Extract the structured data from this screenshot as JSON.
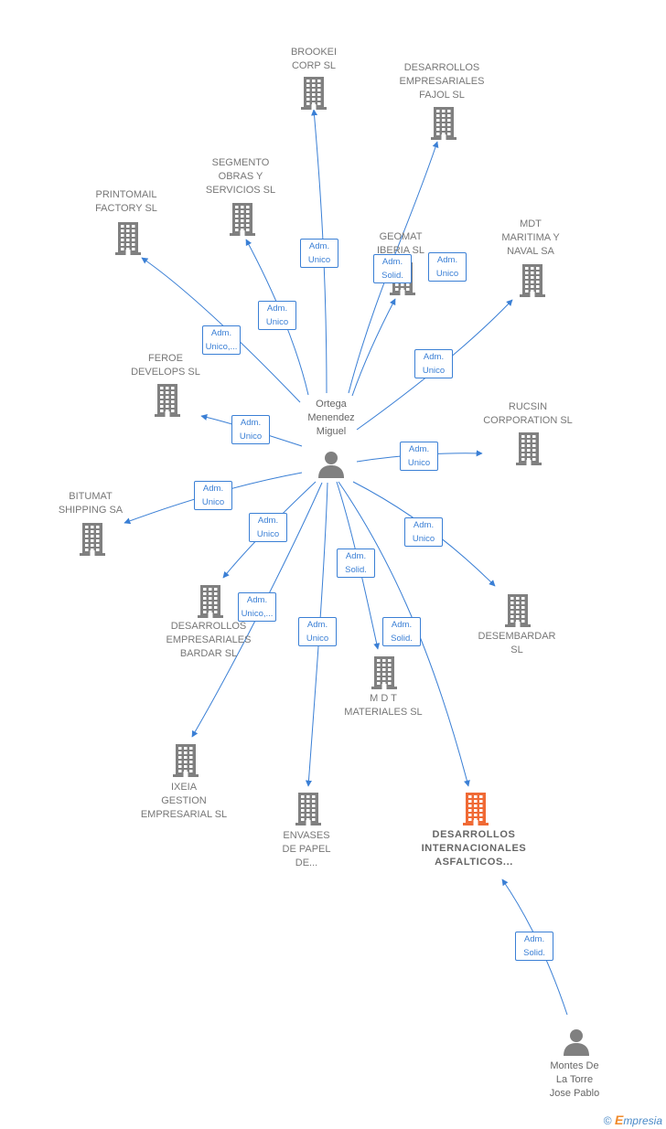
{
  "colors": {
    "edge": "#3a7fd5",
    "node_default": "#808080",
    "node_highlight": "#f06a35",
    "person": "#808080"
  },
  "people": [
    {
      "id": "ortega",
      "label_lines": [
        "Ortega",
        "Menendez",
        "Miguel"
      ],
      "icon": "person-icon"
    },
    {
      "id": "montes",
      "label_lines": [
        "Montes De",
        "La Torre",
        "Jose Pablo"
      ],
      "icon": "person-icon"
    }
  ],
  "companies": [
    {
      "id": "brookei",
      "label_lines": [
        "BROOKEI",
        "CORP  SL"
      ],
      "icon": "building-icon"
    },
    {
      "id": "fajol",
      "label_lines": [
        "DESARROLLOS",
        "EMPRESARIALES",
        "FAJOL SL"
      ],
      "icon": "building-icon"
    },
    {
      "id": "segmento",
      "label_lines": [
        "SEGMENTO",
        "OBRAS Y",
        "SERVICIOS SL"
      ],
      "icon": "building-icon"
    },
    {
      "id": "printomail",
      "label_lines": [
        "PRINTOMAIL",
        "FACTORY  SL"
      ],
      "icon": "building-icon"
    },
    {
      "id": "geomat",
      "label_lines": [
        "GEOMAT",
        "IBERIA SL"
      ],
      "icon": "building-icon"
    },
    {
      "id": "mdt_maritima",
      "label_lines": [
        "MDT",
        "MARITIMA Y",
        "NAVAL SA"
      ],
      "icon": "building-icon"
    },
    {
      "id": "feroe",
      "label_lines": [
        "FEROE",
        "DEVELOPS SL"
      ],
      "icon": "building-icon"
    },
    {
      "id": "rucsin",
      "label_lines": [
        "RUCSIN",
        "CORPORATION SL"
      ],
      "icon": "building-icon"
    },
    {
      "id": "bitumat",
      "label_lines": [
        "BITUMAT",
        "SHIPPING SA"
      ],
      "icon": "building-icon"
    },
    {
      "id": "bardar",
      "label_lines": [
        "DESARROLLOS",
        "EMPRESARIALES",
        "BARDAR SL"
      ],
      "icon": "building-icon"
    },
    {
      "id": "desembardar",
      "label_lines": [
        "DESEMBARDAR",
        "SL"
      ],
      "icon": "building-icon"
    },
    {
      "id": "mdt_materiales",
      "label_lines": [
        "M D T",
        "MATERIALES SL"
      ],
      "icon": "building-icon"
    },
    {
      "id": "ixeia",
      "label_lines": [
        "IXEIA",
        "GESTION",
        "EMPRESARIAL SL"
      ],
      "icon": "building-icon"
    },
    {
      "id": "envases",
      "label_lines": [
        "ENVASES",
        "DE PAPEL",
        "DE..."
      ],
      "icon": "building-icon"
    },
    {
      "id": "asfalticos",
      "label_lines": [
        "DESARROLLOS",
        "INTERNACIONALES",
        "ASFALTICOS..."
      ],
      "icon": "building-icon",
      "highlight": true
    }
  ],
  "edges": [
    {
      "from": "ortega",
      "to": "brookei",
      "label_lines": [
        "Adm.",
        "Unico"
      ]
    },
    {
      "from": "ortega",
      "to": "fajol",
      "label_lines": [
        "Adm.",
        "Unico"
      ]
    },
    {
      "from": "ortega",
      "to": "geomat",
      "label_lines": [
        "Adm.",
        "Solid."
      ]
    },
    {
      "from": "ortega",
      "to": "segmento",
      "label_lines": [
        "Adm.",
        "Unico"
      ]
    },
    {
      "from": "ortega",
      "to": "printomail",
      "label_lines": [
        "Adm.",
        "Unico,..."
      ]
    },
    {
      "from": "ortega",
      "to": "mdt_maritima",
      "label_lines": [
        "Adm.",
        "Unico"
      ]
    },
    {
      "from": "ortega",
      "to": "feroe",
      "label_lines": [
        "Adm.",
        "Unico"
      ]
    },
    {
      "from": "ortega",
      "to": "rucsin",
      "label_lines": [
        "Adm.",
        "Unico"
      ]
    },
    {
      "from": "ortega",
      "to": "bitumat",
      "label_lines": [
        "Adm.",
        "Unico"
      ]
    },
    {
      "from": "ortega",
      "to": "bardar",
      "label_lines": [
        "Adm.",
        "Unico"
      ]
    },
    {
      "from": "ortega",
      "to": "desembardar",
      "label_lines": [
        "Adm.",
        "Unico"
      ]
    },
    {
      "from": "ortega",
      "to": "mdt_materiales",
      "label_lines": [
        "Adm.",
        "Solid."
      ]
    },
    {
      "from": "ortega",
      "to": "ixeia",
      "label_lines": [
        "Adm.",
        "Unico,..."
      ]
    },
    {
      "from": "ortega",
      "to": "envases",
      "label_lines": [
        "Adm.",
        "Unico"
      ]
    },
    {
      "from": "ortega",
      "to": "asfalticos",
      "label_lines": [
        "Adm.",
        "Solid."
      ]
    },
    {
      "from": "montes",
      "to": "asfalticos",
      "label_lines": [
        "Adm.",
        "Solid."
      ]
    }
  ],
  "footer": {
    "copyright": "©",
    "brand_first": "E",
    "brand_rest": "mpresia"
  }
}
